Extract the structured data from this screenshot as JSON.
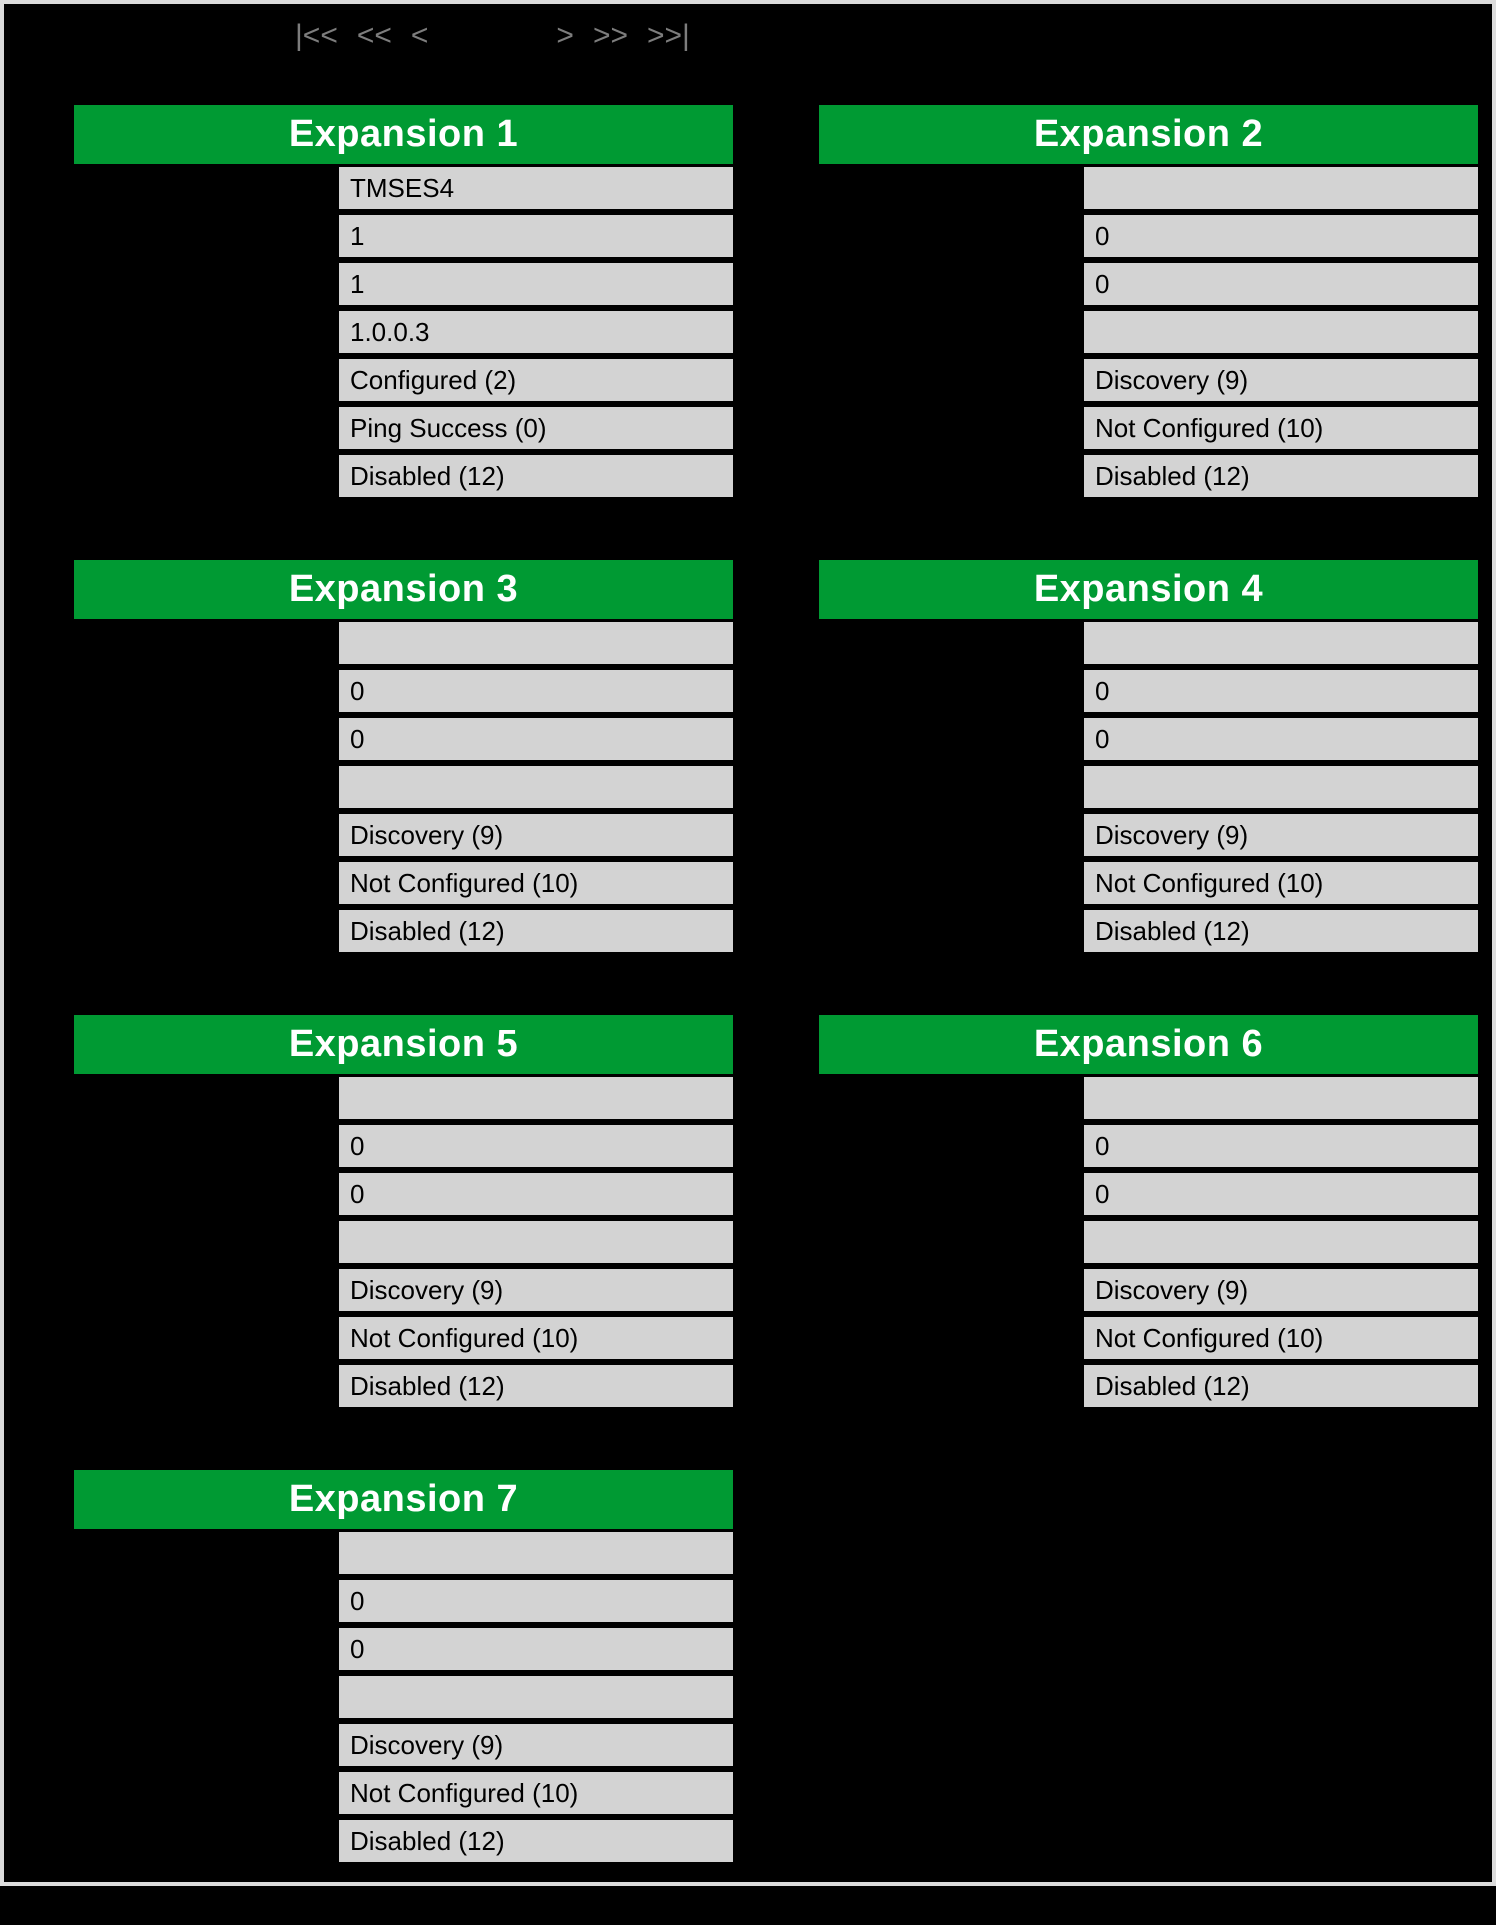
{
  "pager": {
    "first_label": "|<<",
    "fast_prev_label": "<<",
    "prev_label": "<",
    "next_label": ">",
    "fast_next_label": ">>",
    "last_label": ">>|"
  },
  "colors": {
    "page_background": "#000000",
    "frame_border": "#dcdcdc",
    "panel_header_background": "#009a33",
    "panel_header_text": "#ffffff",
    "row_background": "#d3d3d3",
    "row_text": "#000000",
    "pager_text": "#7d7d7d"
  },
  "panels": [
    {
      "title": "Expansion 1",
      "rows": [
        "TMSES4",
        "1",
        "1",
        "1.0.0.3",
        "Configured (2)",
        "Ping Success (0)",
        "Disabled (12)"
      ]
    },
    {
      "title": "Expansion 2",
      "rows": [
        "",
        "0",
        "0",
        "",
        "Discovery (9)",
        "Not Configured (10)",
        "Disabled (12)"
      ]
    },
    {
      "title": "Expansion 3",
      "rows": [
        "",
        "0",
        "0",
        "",
        "Discovery (9)",
        "Not Configured (10)",
        "Disabled (12)"
      ]
    },
    {
      "title": "Expansion 4",
      "rows": [
        "",
        "0",
        "0",
        "",
        "Discovery (9)",
        "Not Configured (10)",
        "Disabled (12)"
      ]
    },
    {
      "title": "Expansion 5",
      "rows": [
        "",
        "0",
        "0",
        "",
        "Discovery (9)",
        "Not Configured (10)",
        "Disabled (12)"
      ]
    },
    {
      "title": "Expansion 6",
      "rows": [
        "",
        "0",
        "0",
        "",
        "Discovery (9)",
        "Not Configured (10)",
        "Disabled (12)"
      ]
    },
    {
      "title": "Expansion 7",
      "rows": [
        "",
        "0",
        "0",
        "",
        "Discovery (9)",
        "Not Configured (10)",
        "Disabled (12)"
      ]
    }
  ]
}
